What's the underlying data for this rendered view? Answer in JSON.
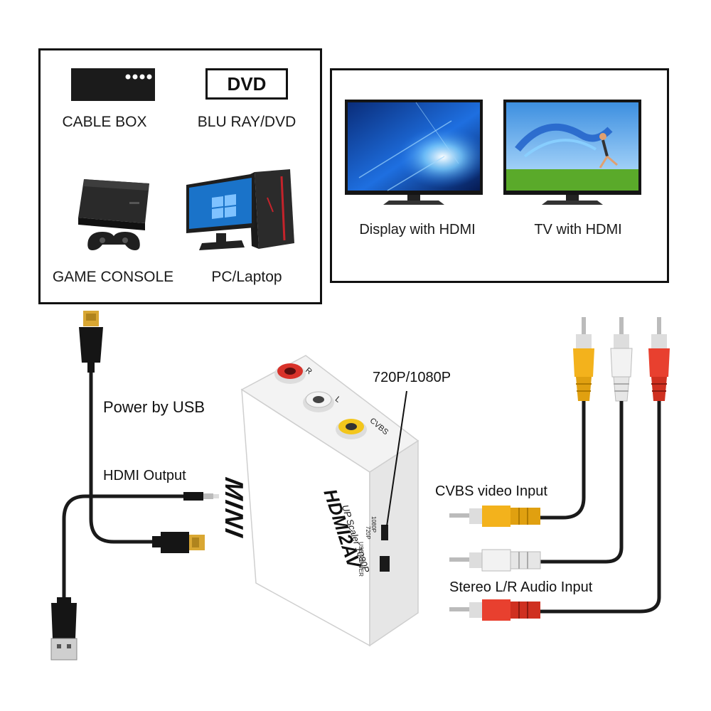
{
  "sources": {
    "cable_box": "CABLE BOX",
    "dvd_logo": "DVD",
    "blu_ray": "BLU RAY/DVD",
    "game_console": "GAME CONSOLE",
    "pc": "PC/Laptop"
  },
  "displays": {
    "display": "Display with HDMI",
    "tv": "TV with HDMI"
  },
  "callouts": {
    "power": "Power by USB",
    "hdmi_output": "HDMI Output",
    "resolution": "720P/1080P",
    "cvbs": "CVBS video Input",
    "stereo": "Stereo L/R Audio Input"
  },
  "device": {
    "mini": "MINI",
    "model": "HDMI2AV",
    "subtitle": "UP Scaler 1080P",
    "port_r": "R",
    "port_l": "L",
    "port_cvbs": "CVBS",
    "usb_power": "USB/POWER",
    "switch_720": "720P",
    "switch_1080": "1080P"
  },
  "colors": {
    "red_plug": "#e8402f",
    "white_plug": "#f2f2f2",
    "yellow_plug": "#f3b21c",
    "hdmi_gold": "#d9a733",
    "cable": "#1a1a1a"
  }
}
